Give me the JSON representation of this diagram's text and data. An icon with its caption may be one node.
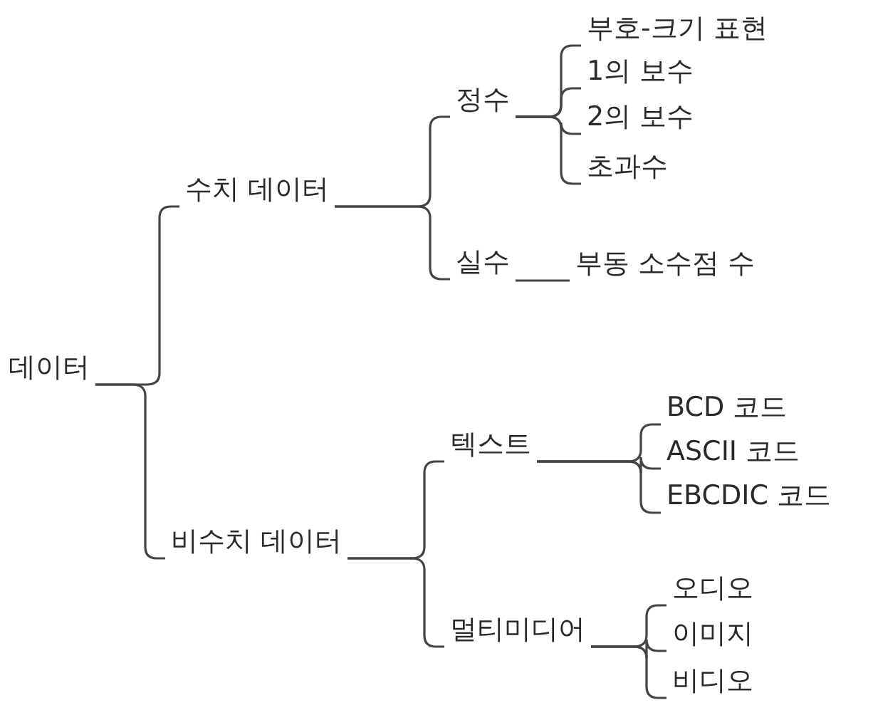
{
  "diagram": {
    "nodes": [
      {
        "text": [
          "데이터"
        ]
      },
      {
        "text": [
          "수치 데이터"
        ]
      },
      {
        "text": [
          "정수"
        ]
      },
      {
        "text": [
          "부호-크기 표현"
        ]
      },
      {
        "text": [
          "1의 보수"
        ]
      },
      {
        "text": [
          "2의 보수"
        ]
      },
      {
        "text": [
          "초과수"
        ]
      },
      {
        "text": [
          "실수"
        ]
      },
      {
        "text": [
          "부동 소수점 수"
        ]
      },
      {
        "text": [
          "비수치 데이터"
        ]
      },
      {
        "text": [
          "텍스트"
        ]
      },
      {
        "text": [
          "BCD 코드"
        ]
      },
      {
        "text": [
          "ASCII 코드"
        ]
      },
      {
        "text": [
          "EBCDIC 코드"
        ]
      },
      {
        "text": [
          "멀티미디어"
        ]
      },
      {
        "text": [
          "오디오"
        ]
      },
      {
        "text": [
          "이미지"
        ]
      },
      {
        "text": [
          "비디오"
        ]
      }
    ],
    "edges": [
      {
        "from": 0,
        "to": 1,
        "arrow": "none"
      },
      {
        "from": 0,
        "to": 9,
        "arrow": "none"
      },
      {
        "from": 1,
        "to": 2,
        "arrow": "none"
      },
      {
        "from": 1,
        "to": 7,
        "arrow": "none"
      },
      {
        "from": 2,
        "to": 3,
        "arrow": "none"
      },
      {
        "from": 2,
        "to": 4,
        "arrow": "none"
      },
      {
        "from": 2,
        "to": 5,
        "arrow": "none"
      },
      {
        "from": 2,
        "to": 6,
        "arrow": "none"
      },
      {
        "from": 7,
        "to": 8,
        "arrow": "none"
      },
      {
        "from": 9,
        "to": 10,
        "arrow": "none"
      },
      {
        "from": 9,
        "to": 14,
        "arrow": "none"
      },
      {
        "from": 10,
        "to": 11,
        "arrow": "none"
      },
      {
        "from": 10,
        "to": 12,
        "arrow": "none"
      },
      {
        "from": 10,
        "to": 13,
        "arrow": "none"
      },
      {
        "from": 14,
        "to": 15,
        "arrow": "none"
      },
      {
        "from": 14,
        "to": 16,
        "arrow": "none"
      },
      {
        "from": 14,
        "to": 17,
        "arrow": "none"
      }
    ]
  }
}
